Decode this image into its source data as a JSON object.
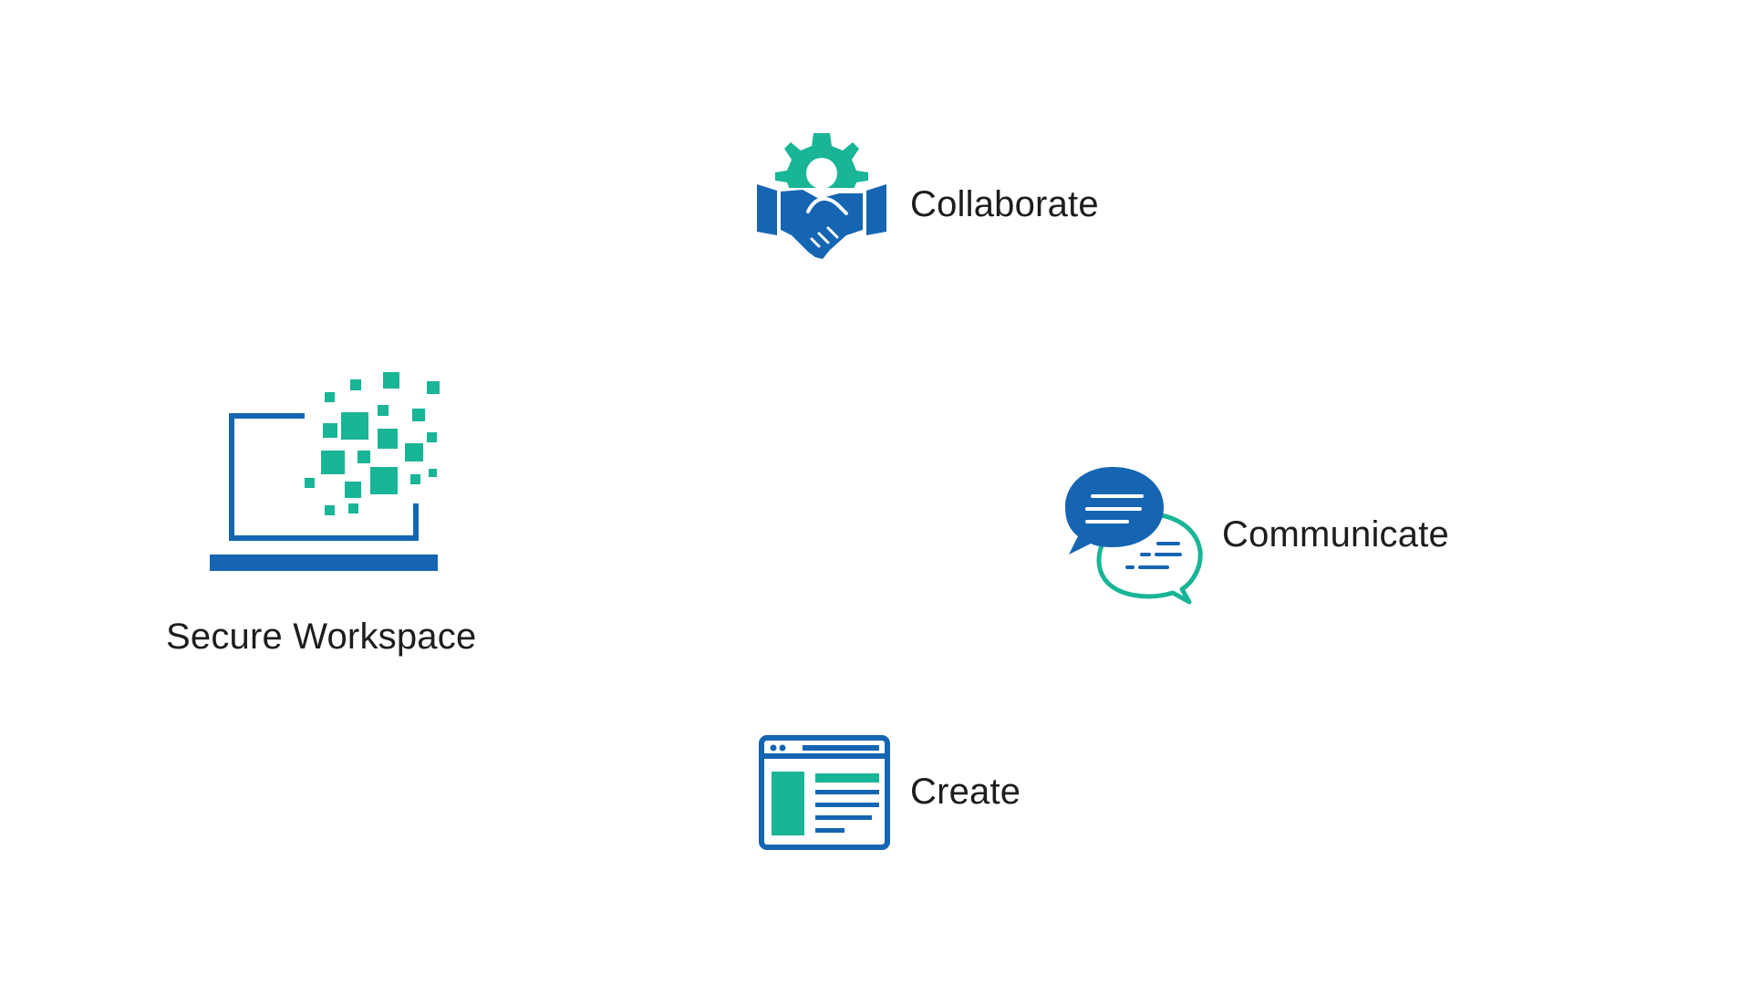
{
  "colors": {
    "blue": "#1565b2",
    "teal": "#18b596",
    "text": "#1d1d1d",
    "background": "#ffffff"
  },
  "items": {
    "collaborate": {
      "label": "Collaborate",
      "icon": "gear-handshake-icon"
    },
    "secure_workspace": {
      "label": "Secure Workspace",
      "icon": "laptop-pixels-icon"
    },
    "communicate": {
      "label": "Communicate",
      "icon": "chat-bubbles-icon"
    },
    "create": {
      "label": "Create",
      "icon": "browser-document-icon"
    }
  }
}
